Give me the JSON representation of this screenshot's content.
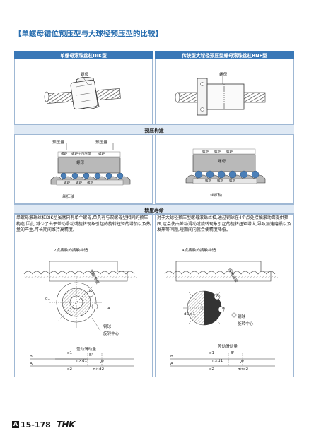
{
  "page": {
    "title": "【单螺母错位预压型与大球径预压型的比较】",
    "col_left_header": "单螺母滚珠丝杠DIK型",
    "col_right_header": "传统型大球径预压型螺母滚珠丝杠BNF型",
    "section_preload": "预压构造",
    "section_life": "精度寿命",
    "footer_page": "15-178",
    "footer_page_mark": "A",
    "footer_logo": "THK"
  },
  "top_left": {
    "nut_label": "螺母"
  },
  "top_right": {
    "nut_label": "螺母"
  },
  "preload_left": {
    "preload_1": "预压量",
    "preload_2": "预压量",
    "pitch_1": "螺距",
    "pitch_mid": "螺距＋预压量",
    "pitch_2": "螺距",
    "nut": "螺母",
    "bpitch_1": "螺距",
    "bpitch_2": "螺距",
    "bpitch_3": "螺距",
    "shaft": "丝杠轴"
  },
  "preload_right": {
    "pitch_1": "螺距",
    "pitch_2": "螺距",
    "pitch_3": "螺距",
    "nut": "螺母",
    "bpitch_1": "螺距",
    "bpitch_2": "螺距",
    "bpitch_3": "螺距",
    "shaft": "丝杠轴"
  },
  "life_left": {
    "desc": "单螺母滚珠丝杠DIK型虽然只有单个螺母,单具有与双螺母型相同的预压构造,因此,减少了由于差动滑动或旋转现象引起的旋转扭矩的增加以及热量的产生,可长期间维持高精度。",
    "diagram_title": "2点接触的接触构造",
    "contact_angle": "接触角度",
    "ball": "钢球",
    "rotation_center": "旋转中心",
    "d1": "d1",
    "label_a": "A",
    "label_b": "B",
    "diff_title": "差动滑动量",
    "x_b": "B",
    "x_a": "A",
    "x_bp": "B'",
    "x_ap": "A'",
    "x_d1": "d1",
    "x_d2": "d2",
    "x_pid1": "π×d1",
    "x_pid2": "π×d2"
  },
  "life_right": {
    "desc": "对于大球径预压型螺母滚珠丝杠,通过钢球在4个点处接触滚动面提供预压,这会使由差动滑动或旋转现象引起的旋转扭矩增大,导致加速磨损以及发热等问题,短期间内就会使精度降低。",
    "diagram_title": "4点接触的接触构造",
    "contact_angle": "接触角度",
    "ball": "钢球",
    "rotation_center": "旋转中心",
    "d1d2": "d2 d1",
    "label_a": "A",
    "label_b": "B",
    "diff_title": "差动滑动量",
    "x_b": "B",
    "x_a": "A",
    "x_bp": "B'",
    "x_ap": "A'",
    "x_d1": "d1",
    "x_d2": "d2",
    "x_pid1": "π×d1",
    "x_pid2": "π×d2"
  },
  "colors": {
    "accent": "#3a78b7",
    "light": "#dfe9f4",
    "ball": "#4a7fb8",
    "hatch": "#888888"
  }
}
